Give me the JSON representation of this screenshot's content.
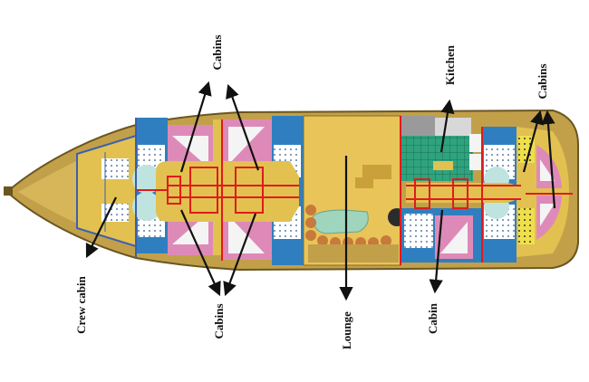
{
  "colors": {
    "hull": "#c2a04a",
    "hull_stroke": "#6a5620",
    "deck": "#e2c150",
    "bath": "#2f7fc0",
    "cabin_pink": "#de8ab8",
    "cabin_white": "#f4f4f4",
    "lounge": "#e9c459",
    "kitchen": "#2fa37e",
    "wall": "#e01b1b",
    "pool": "#9fd4bd",
    "arrow": "#111111"
  },
  "labels": {
    "cabins_top_left": "Cabins",
    "kitchen": "Kitchen",
    "cabins_top_right": "Cabins",
    "crew_cabin": "Crew cabin",
    "cabins_bottom": "Cabins",
    "lounge": "Lounge",
    "cabin": "Cabin"
  }
}
